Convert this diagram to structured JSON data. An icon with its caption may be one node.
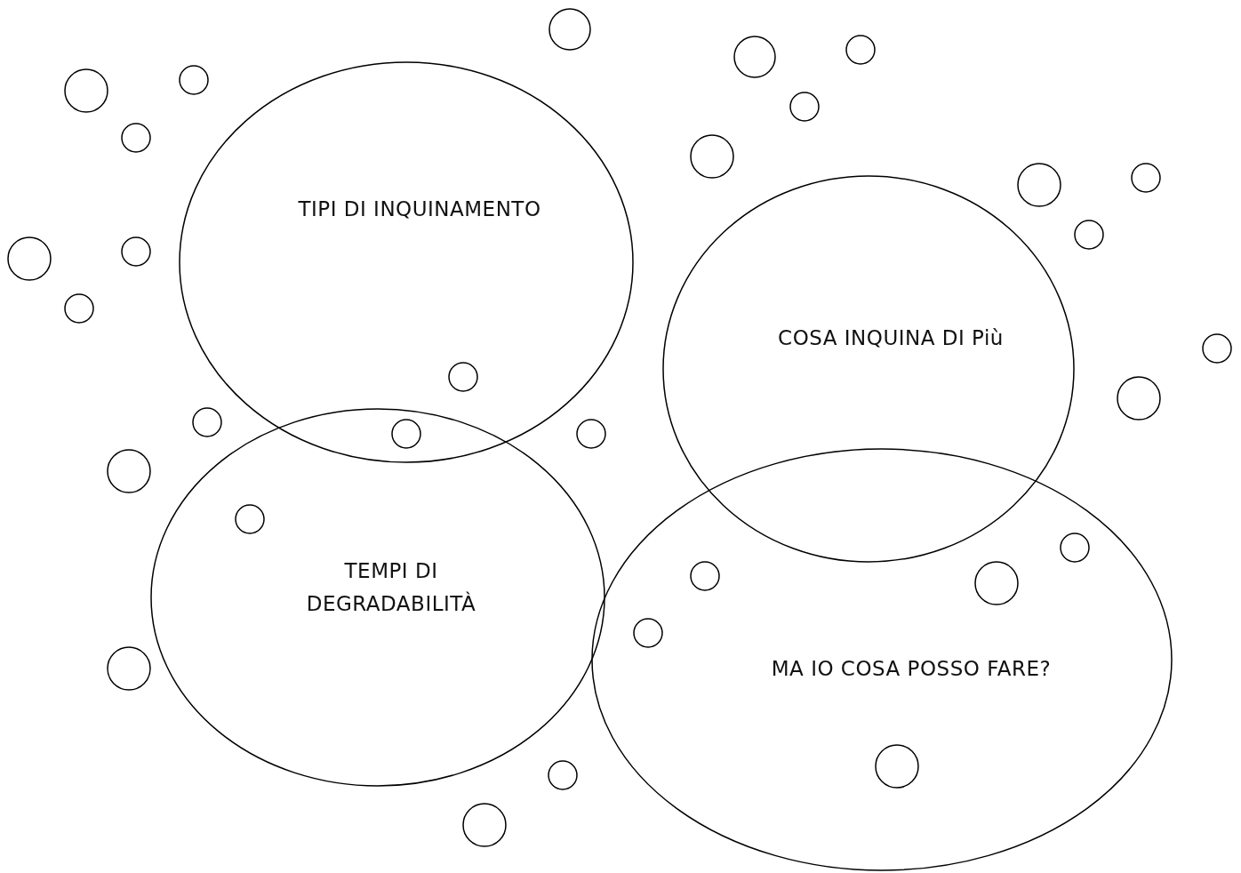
{
  "diagram": {
    "nodes": [
      {
        "text": [
          "TIPI DI INQUINAMENTO"
        ]
      },
      {
        "text": [
          "COSA INQUINA DI Più"
        ]
      },
      {
        "text": [
          "TEMPI DI DEGRADABILITÀ"
        ]
      },
      {
        "text": [
          "MA IO COSA POSSO FARE?"
        ]
      }
    ],
    "edges": []
  }
}
